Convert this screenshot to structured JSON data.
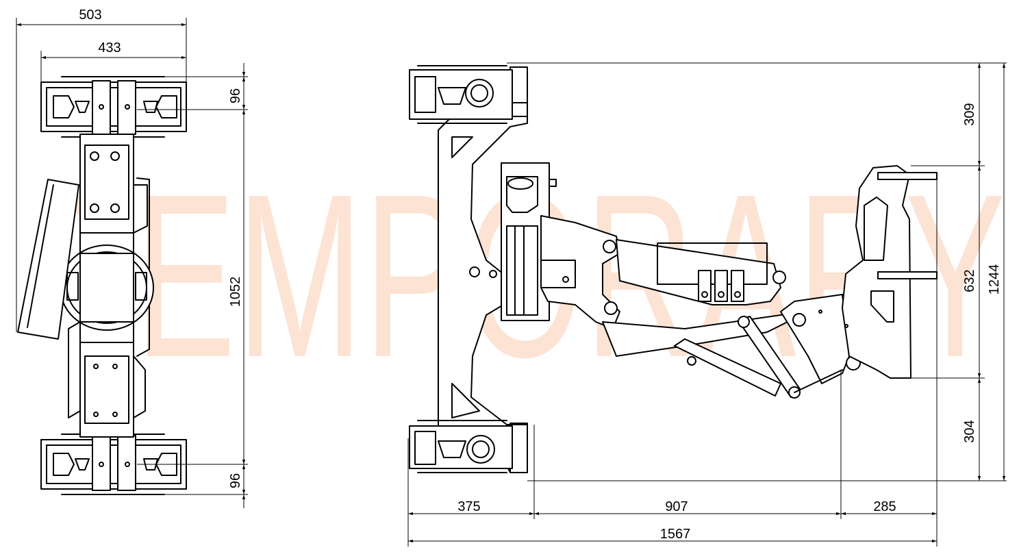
{
  "watermark": "TEMPORARY",
  "dimensions": {
    "top_width_outer": "503",
    "top_width_inner": "433",
    "left_top_end": "96",
    "left_height": "1052",
    "left_bottom_end": "96",
    "right_top": "309",
    "right_middle": "632",
    "right_bottom": "304",
    "right_total": "1244",
    "bottom_left": "375",
    "bottom_middle": "907",
    "bottom_right": "285",
    "bottom_total": "1567"
  },
  "colors": {
    "line": "#000000",
    "watermark": "#fde3d4",
    "background": "#ffffff"
  }
}
